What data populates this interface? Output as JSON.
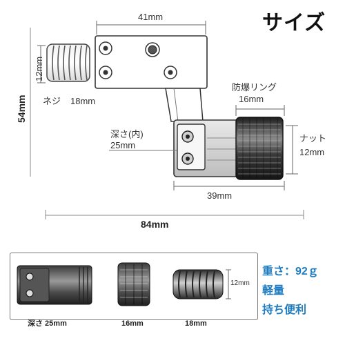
{
  "title": "サイズ",
  "dimensions": {
    "top_width": "41mm",
    "thread_height": "12mm",
    "overall_height": "54mm",
    "screw": "ネジ",
    "screw_length": "18mm",
    "ring_label": "防爆リング",
    "ring_width": "16mm",
    "depth_label": "深さ(内)",
    "depth": "25mm",
    "nut_label": "ナット",
    "nut_height": "12mm",
    "bottom_width": "39mm",
    "overall_width": "84mm"
  },
  "parts": {
    "depth_caption": "深さ 25mm",
    "ring_caption": "16mm",
    "screw_caption": "18mm",
    "screw_height": "12mm"
  },
  "specs": {
    "weight": "重さ：92ｇ",
    "light": "軽量",
    "portable": "持ち便利"
  },
  "colors": {
    "accent_blue": "#1f7cc2",
    "metal_dark": "#2f2f2f",
    "metal_mid": "#6a6a6a",
    "line": "#555555"
  }
}
